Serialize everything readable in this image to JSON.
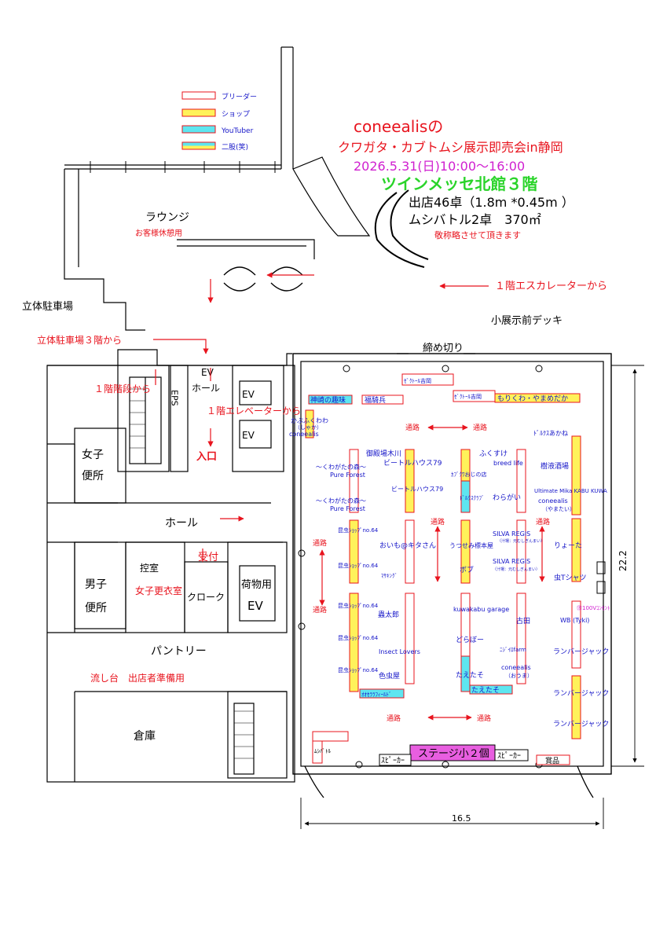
{
  "legend": {
    "items": [
      {
        "label": "ブリーダー",
        "kind": "breeder"
      },
      {
        "label": "ショップ",
        "kind": "shop"
      },
      {
        "label": "YouTuber",
        "kind": "youtuber"
      },
      {
        "label": "二股(笑)",
        "kind": "both"
      }
    ]
  },
  "header": {
    "line1": "coneealisの",
    "line2": "クワガタ・カブトムシ展示即売会in静岡",
    "line3": "2026.5.31(日)10:00〜16:00",
    "line4": "ツインメッセ北館３階",
    "line5": "出店46卓（1.8m *0.45m ）",
    "line6": "ムシバトル2卓　370㎡",
    "line7": "敬称略させて頂きます"
  },
  "colors": {
    "red": "#e8141e",
    "magenta": "#d020d0",
    "green": "#2ad42a",
    "blue": "#1414c8",
    "shop": "#fff25a",
    "youtuber": "#5ee6f0",
    "stage": "#e85ee0"
  },
  "building": {
    "lounge": "ラウンジ",
    "lounge_sub": "お客様休憩用",
    "parking": "立体駐車場",
    "parking3": "立体駐車場３階から",
    "escalator": "１階エスカレーターから",
    "deck": "小展示前デッキ",
    "shutter": "締め切り",
    "stairs1": "１階階段から",
    "eps": "EPS",
    "ev_hall_1": "EV",
    "ev_hall_2": "ホール",
    "ev": "EV",
    "elevator1": "１階エレベーターから",
    "entrance": "入口",
    "womens_1": "女子",
    "womens_2": "便所",
    "hall": "ホール",
    "mens_1": "男子",
    "mens_2": "便所",
    "waiting": "控室",
    "reception": "受付",
    "changing": "女子更衣室",
    "cloak": "クローク",
    "cargo_1": "荷物用",
    "cargo_2": "EV",
    "pantry": "パントリー",
    "sink": "流し台　出店者準備用",
    "storage": "倉庫",
    "dim_vertical": "22.2",
    "dim_horizontal": "16.5"
  },
  "hall_labels": {
    "aisle": "通路",
    "stage": "ステージ小２個",
    "speaker_l": "ｽﾋﾟｰｶｰ",
    "speaker_r": "ｽﾋﾟｰｶｰ",
    "battle": "ﾑｼﾊﾞﾄﾙ",
    "prize": "賞品",
    "outlet": "㊟100Vｺﾝｾﾝﾄ"
  },
  "vendors": [
    "神崎の趣味",
    "福騎兵",
    "ｾﾞｸﾄｰﾙ吉岡",
    "ｾﾞｸﾄｰﾙ吉岡",
    "もりくわ・やまめだか",
    "かぶふくわわ",
    "（しゃか）",
    "coneealis",
    "御殿場木川",
    "ビートルハウス79",
    "〜くわがたの森〜",
    "Pure Forest",
    "ビートルハウス79",
    "〜くわがたの森〜",
    "Pure Forest",
    "ふくすけ",
    "ｶﾌﾞｸﾜおじの店",
    "breed life",
    "ﾄﾞﾙｸｽｸﾗﾌﾞ",
    "わらがい",
    "ﾄﾞﾙｸｽあかね",
    "樹液酒場",
    "Ultimate Mika KABU KUWA",
    "coneealis",
    "（やまたい）",
    "昆虫ｼｮｯﾌﾟno.64",
    "おいも@キタさん",
    "ﾏｻｷﾝｸﾞ",
    "昆虫ｼｮｯﾌﾟno.64",
    "うつせみ標本屋",
    "ボブ",
    "SILVA REGIS",
    "（汁場：元むしぎんまい）",
    "SILVA REGIS",
    "（汁場：元むしぎんまい）",
    "りょーた",
    "虫Tシャツ",
    "昆虫ｼｮｯﾌﾟno.64",
    "蟲太郎",
    "kuwakabu garage",
    "古田",
    "昆虫ｼｮｯﾌﾟno.64",
    "Insect Lovers",
    "どらぼー",
    "ﾆｼﾞｲﾛfarm",
    "WB (Tyki)",
    "ランバージャック",
    "昆虫ｼｮｯﾌﾟno.64",
    "色虫屋",
    "coneealis",
    "（おうま）",
    "たえたそ",
    "ｵｵｾﾗﾗﾌｨｰﾙﾄﾞ",
    "たえたそ",
    "ランバージャック",
    "ランバージャック"
  ]
}
